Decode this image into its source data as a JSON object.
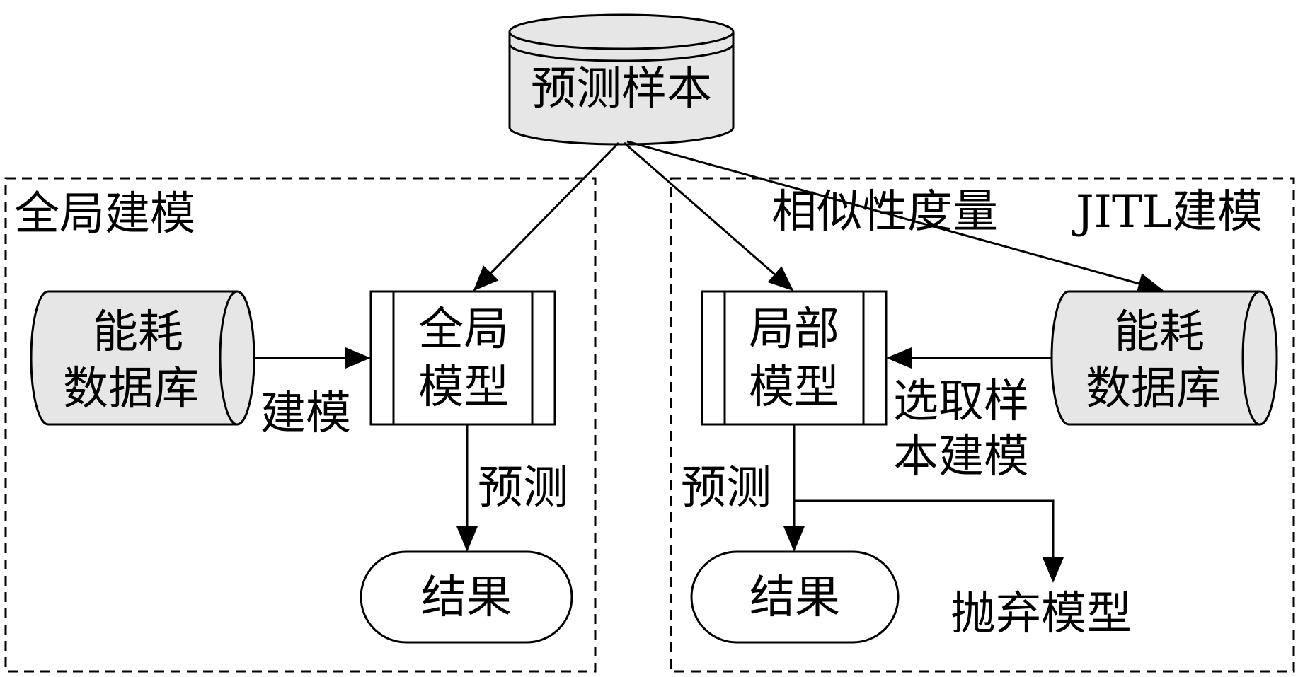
{
  "top_cylinder": {
    "label": "预测样本"
  },
  "global_section": {
    "title": "全局建模",
    "database": {
      "line1": "能耗",
      "line2": "数据库"
    },
    "model": {
      "line1": "全局",
      "line2": "模型"
    },
    "edge_build": "建模",
    "edge_predict": "预测",
    "result": "结果"
  },
  "jitl_section": {
    "title_similarity": "相似性度量",
    "title_jitl": "JITL建模",
    "database": {
      "line1": "能耗",
      "line2": "数据库"
    },
    "model": {
      "line1": "局部",
      "line2": "模型"
    },
    "edge_select": {
      "line1": "选取样",
      "line2": "本建模"
    },
    "edge_predict": "预测",
    "result": "结果",
    "discard": "抛弃模型"
  },
  "colors": {
    "node_fill": "#e6e6e6",
    "stroke": "#000000"
  }
}
